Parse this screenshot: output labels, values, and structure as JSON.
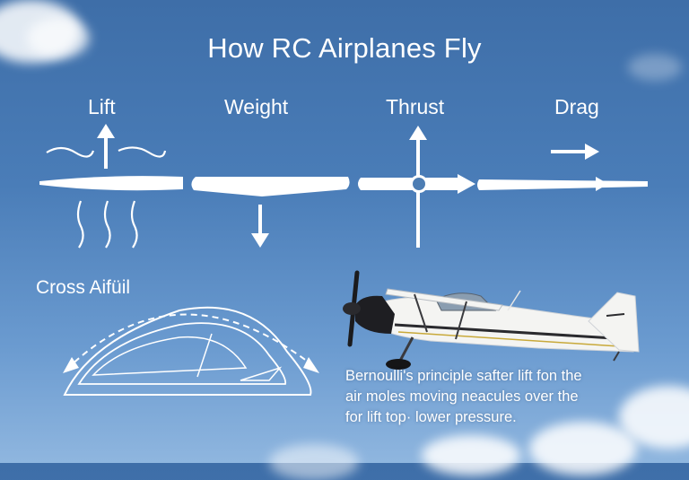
{
  "title": "How RC Airplanes Fly",
  "forces": {
    "lift": "Lift",
    "weight": "Weight",
    "thrust": "Thrust",
    "drag": "Drag"
  },
  "cross_section_label": "Cross Aifüil",
  "caption": {
    "line1": "Bernoulli's principle safter lift fon the",
    "line2": "air moles moving neacules over the",
    "line3": "for lift top· lower pressure."
  },
  "colors": {
    "sky_top": "#3e6ea8",
    "sky_bottom": "#8fb6df",
    "diagram_white": "#ffffff"
  }
}
